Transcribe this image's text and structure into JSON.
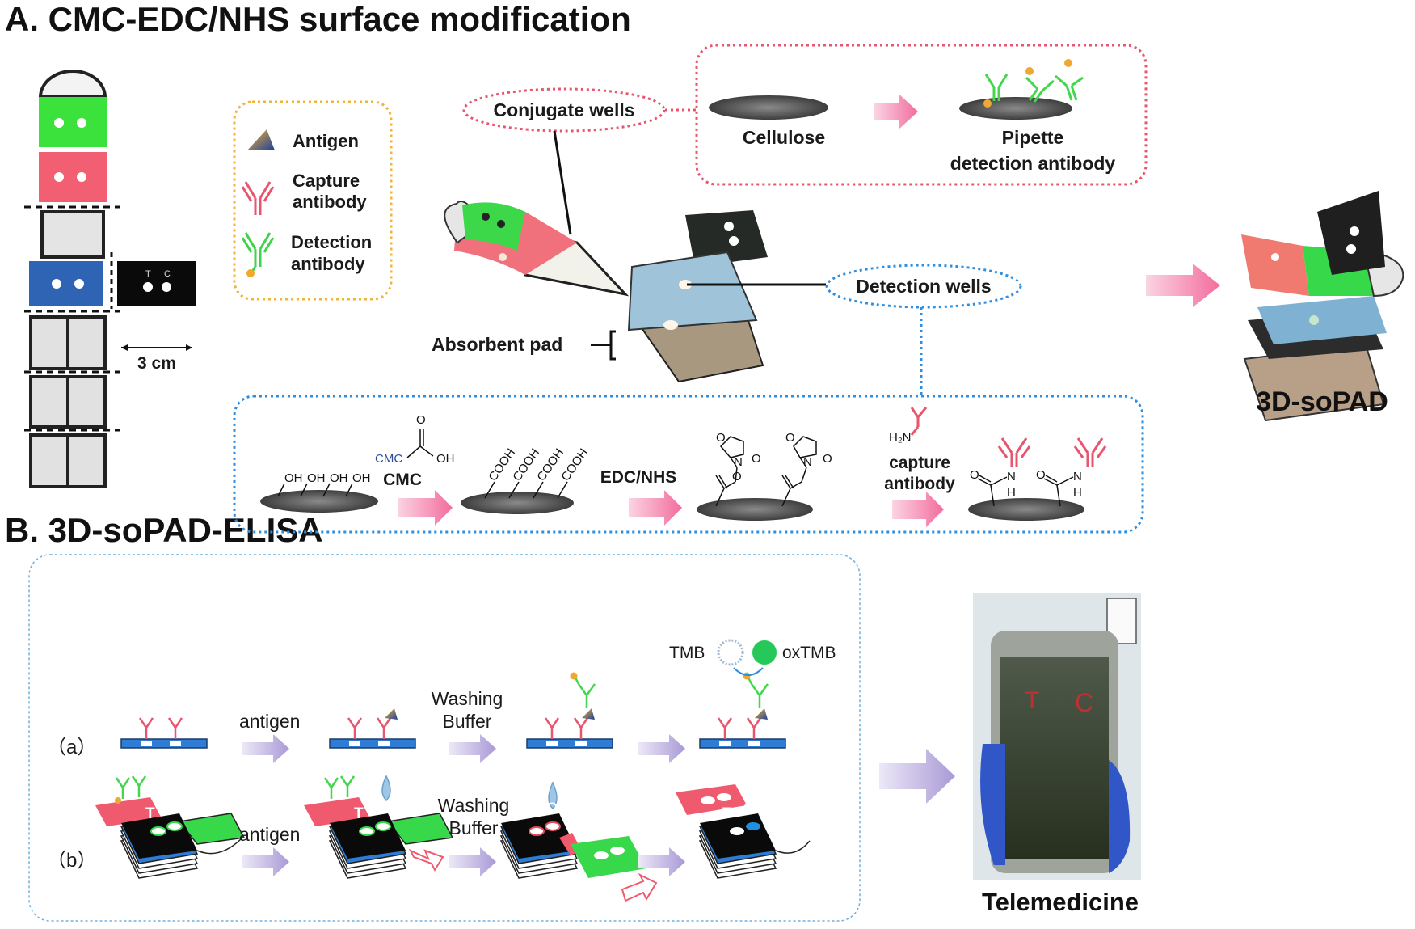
{
  "section_a": {
    "title": "A. CMC-EDC/NHS surface modification",
    "scale_label": "3 cm",
    "strip_letters": [
      "T",
      "C"
    ],
    "legend": {
      "antigen": "Antigen",
      "capture_1": "Capture",
      "capture_2": "antibody",
      "detection_1": "Detection",
      "detection_2": "antibody"
    },
    "conjugate_wells": "Conjugate wells",
    "detection_wells": "Detection wells",
    "absorbent_pad": "Absorbent pad",
    "cellulose": "Cellulose",
    "pipette_1": "Pipette",
    "pipette_2": "detection antibody",
    "product": "3D-soPAD",
    "chem": {
      "oh": "OH",
      "cmc_reagent": "CMC",
      "cooh": "COOH",
      "o": "O",
      "n": "N",
      "h": "H",
      "h2n": "H₂N",
      "cmc_label": "CMC",
      "edc_nhs": "EDC/NHS",
      "capture_1": "capture",
      "capture_2": "antibody"
    }
  },
  "section_b": {
    "title": "B. 3D-soPAD-ELISA",
    "row_a": "（a）",
    "row_b": "（b）",
    "antigen": "antigen",
    "washing_1": "Washing",
    "washing_2": "Buffer",
    "tmb": "TMB",
    "oxtmb": "oxTMB",
    "phone_t": "T",
    "phone_c": "C",
    "telemedicine": "Telemedicine"
  },
  "colors": {
    "green": "#3ce63c",
    "pink": "#f05a6e",
    "blue": "#2f66b8",
    "red_dots": "#e64b5a",
    "blue_dots": "#1f8fe0",
    "orange_dots": "#f0b43c",
    "arrow_pink": "#f47aa4",
    "arrow_lilac": "#b4a8dc"
  }
}
